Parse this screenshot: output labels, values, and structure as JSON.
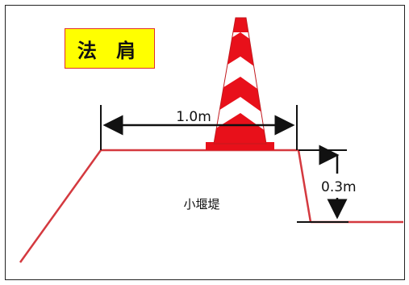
{
  "title": "法 肩",
  "labels": {
    "width": "1.0m",
    "height": "0.3m",
    "embankment": "小堰堤"
  },
  "colors": {
    "outline": "#d4393f",
    "cone_red": "#e8101a",
    "cone_white": "#ffffff",
    "badge_fill": "#ffff00",
    "badge_border": "#e0302a",
    "dimension": "#111111"
  },
  "icons": [
    "traffic-cone-icon"
  ]
}
